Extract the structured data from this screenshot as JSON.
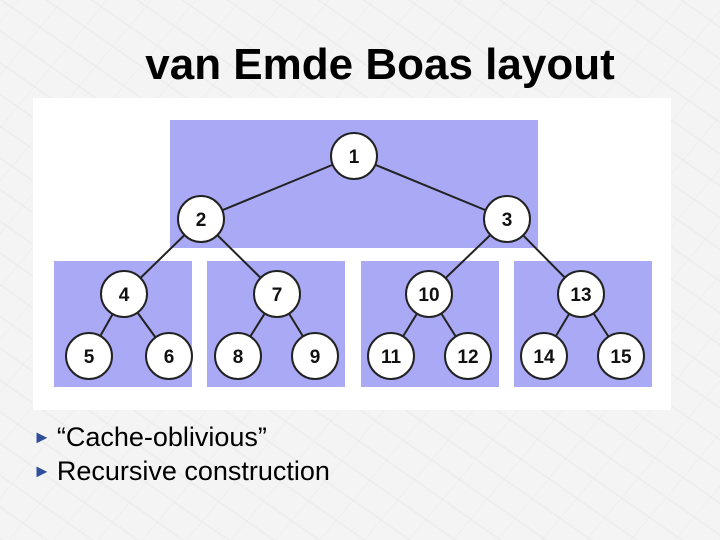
{
  "slide": {
    "title": "van Emde Boas layout"
  },
  "bullets": [
    {
      "marker": "►",
      "text": "“Cache-oblivious”"
    },
    {
      "marker": "►",
      "text": "Recursive construction"
    }
  ],
  "colors": {
    "block": "#a9a9f5",
    "edge": "#222222",
    "node_fill": "#ffffff",
    "arrow": "#2f4f9a"
  },
  "tree": {
    "nodes": [
      "1",
      "2",
      "3",
      "4",
      "7",
      "10",
      "13",
      "5",
      "6",
      "8",
      "9",
      "11",
      "12",
      "14",
      "15"
    ]
  }
}
